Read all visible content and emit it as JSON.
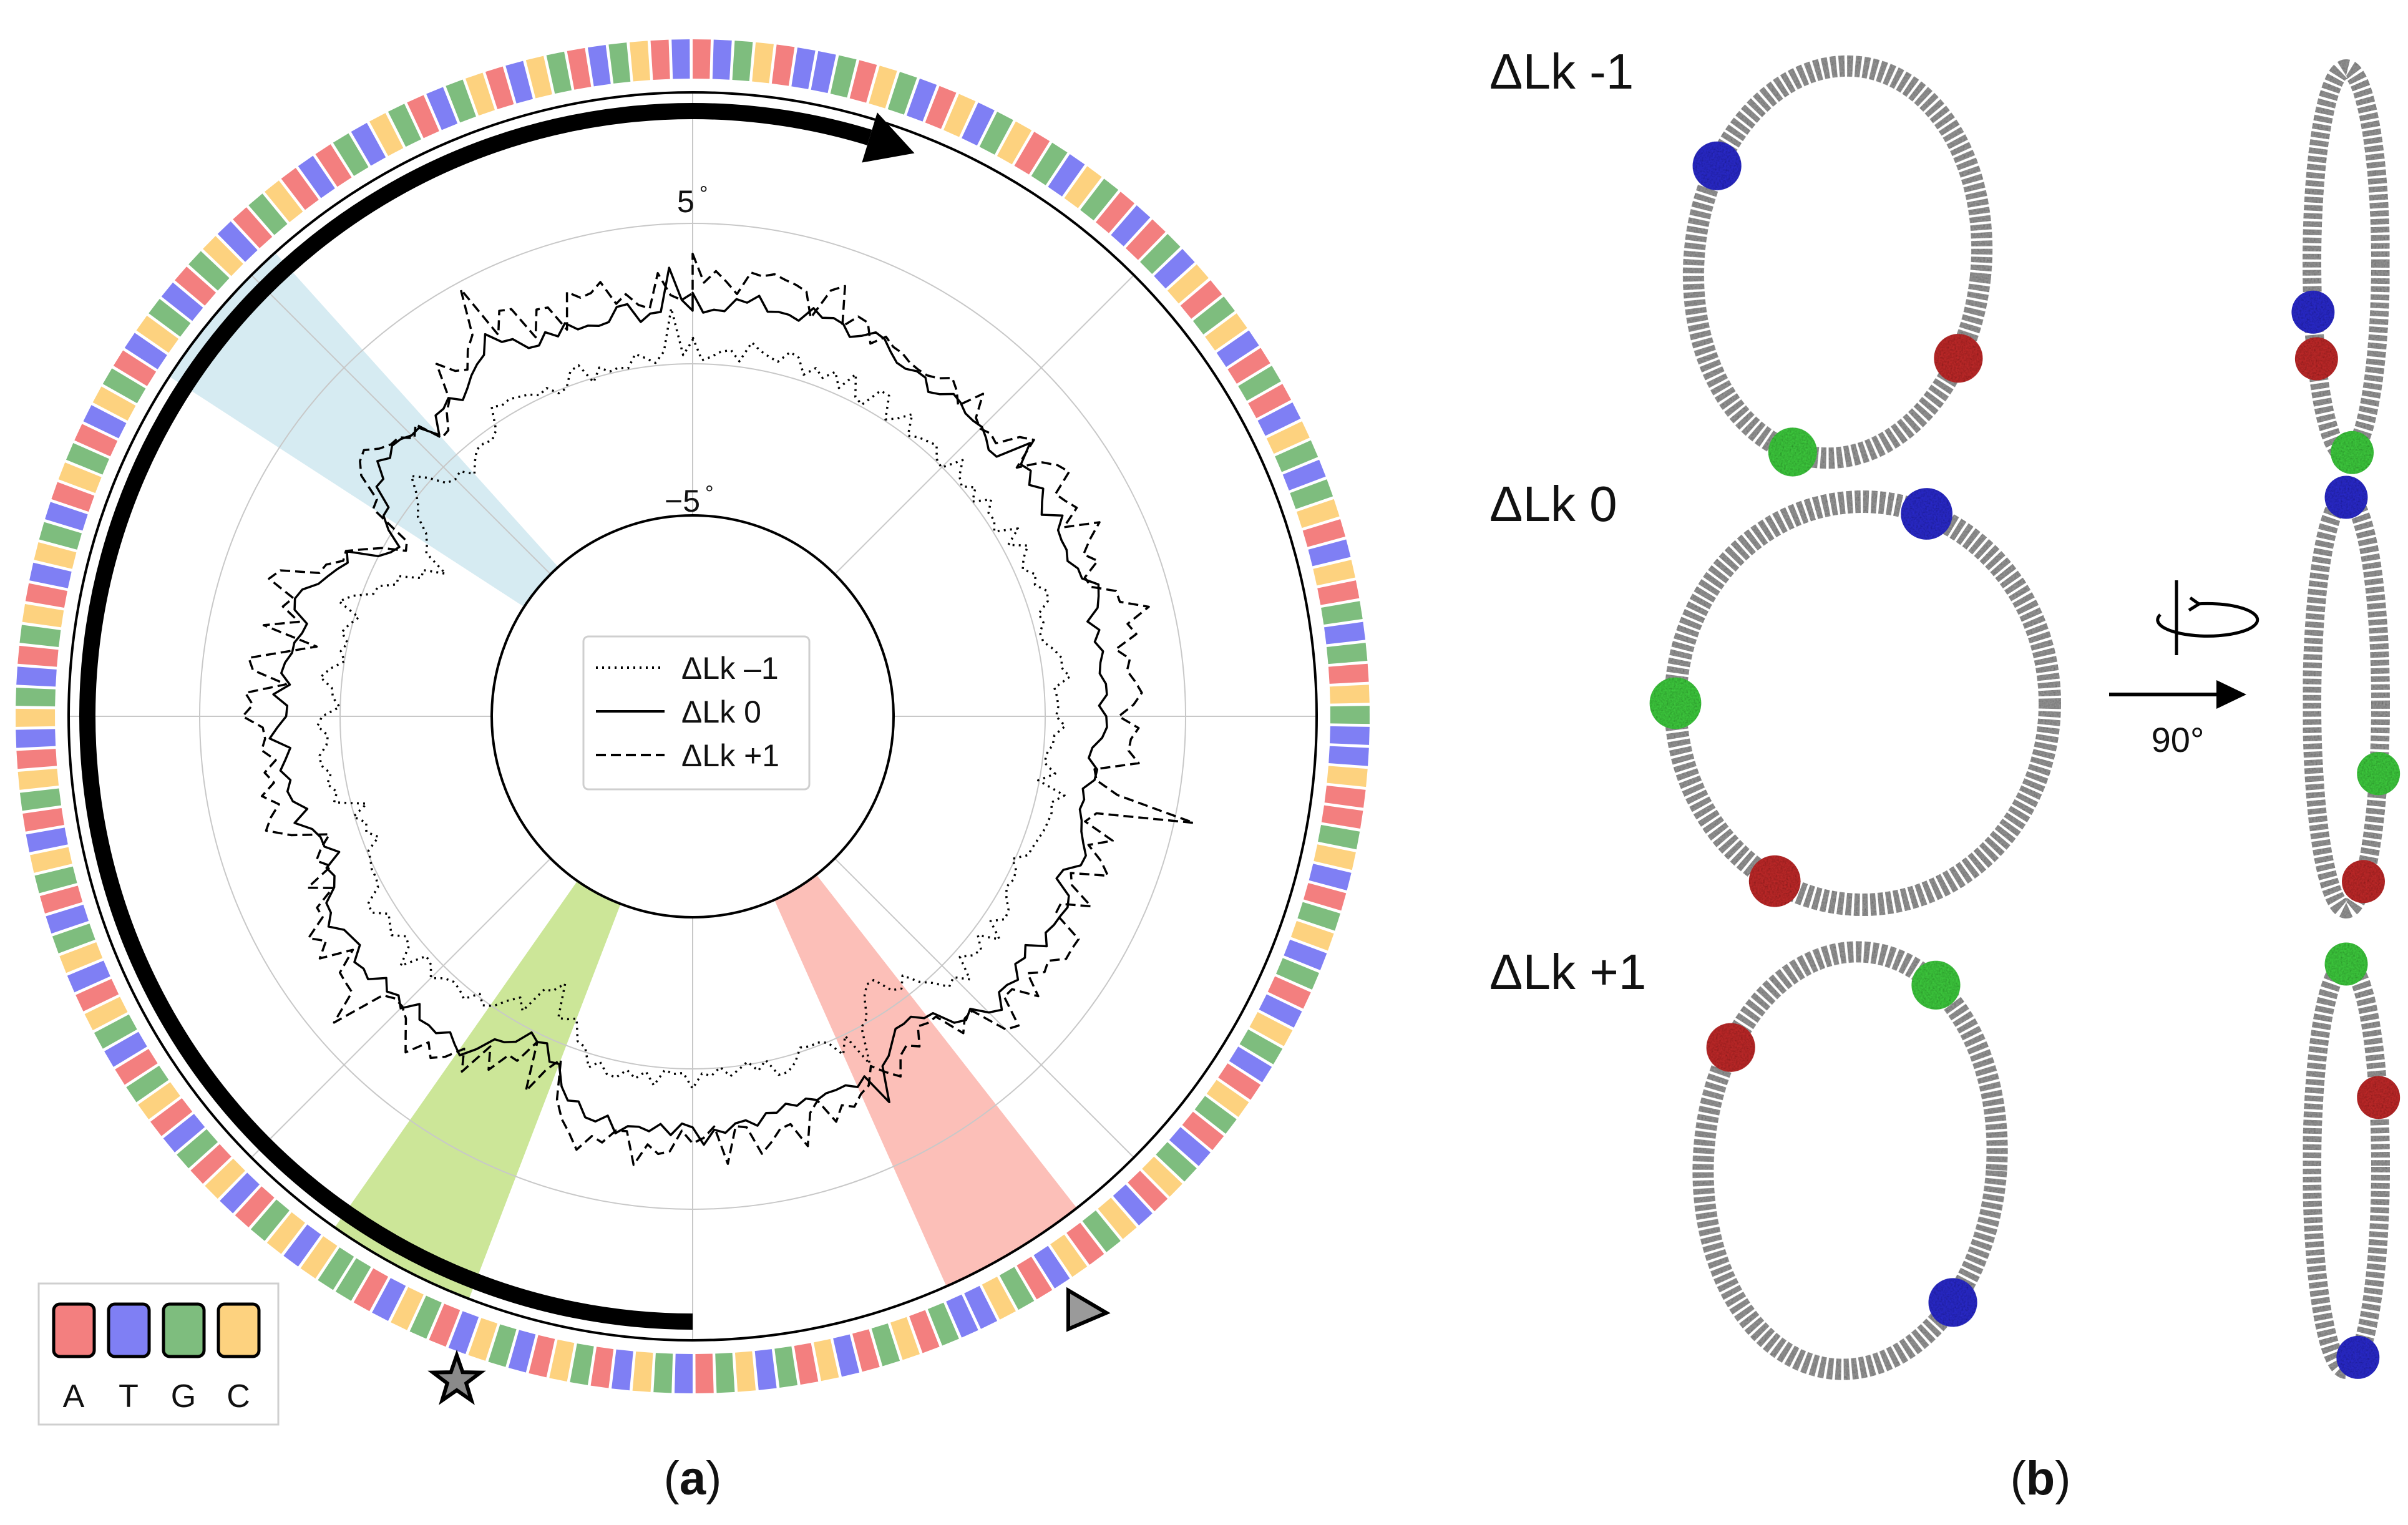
{
  "panel_a": {
    "label_open": "(",
    "label_letter": "a",
    "label_close": ")",
    "radial_tick_outer": "5",
    "radial_tick_inner": "−5",
    "degree_symbol": "°",
    "legend": [
      {
        "label": "ΔLk –1",
        "style": "dotted"
      },
      {
        "label": "ΔLk 0",
        "style": "solid"
      },
      {
        "label": "ΔLk +1",
        "style": "dashed"
      }
    ],
    "base_key": [
      {
        "letter": "A",
        "color": "#f37f7f"
      },
      {
        "letter": "T",
        "color": "#7f7ff4"
      },
      {
        "letter": "G",
        "color": "#7ebd7e"
      },
      {
        "letter": "C",
        "color": "#fdd27f"
      }
    ],
    "sector_colors": {
      "blue": "#add8e6",
      "green": "#9acd32",
      "red": "#fa8072"
    },
    "sequence": "ATGCATTGACGTACTGCAGTCGATAGTCAGCTAGATCGTGCATCAGTGACGTTCAAGCTAGCTGATCGTACGATGCATCGACTAGCTTGACGATCAGTCGATGCTAGCATGCTAGCTAGGCTCGATCAGTACGATGCATCGTAGCTAGCATCGTAGCATCGTACGATCGATCGTAGCTAGCATAGTCGATGCATCGATGCAT"
  },
  "panel_b": {
    "label_open": "(",
    "label_letter": "b",
    "label_close": ")",
    "rows": [
      {
        "label": "ΔLk -1"
      },
      {
        "label": "ΔLk 0"
      },
      {
        "label": "ΔLk +1"
      }
    ],
    "rotation_label": "90°",
    "colors": {
      "backbone": "#9a9a9a",
      "blue": "#2b2bd0",
      "green": "#3fcf3f",
      "red": "#c42a2a"
    }
  }
}
